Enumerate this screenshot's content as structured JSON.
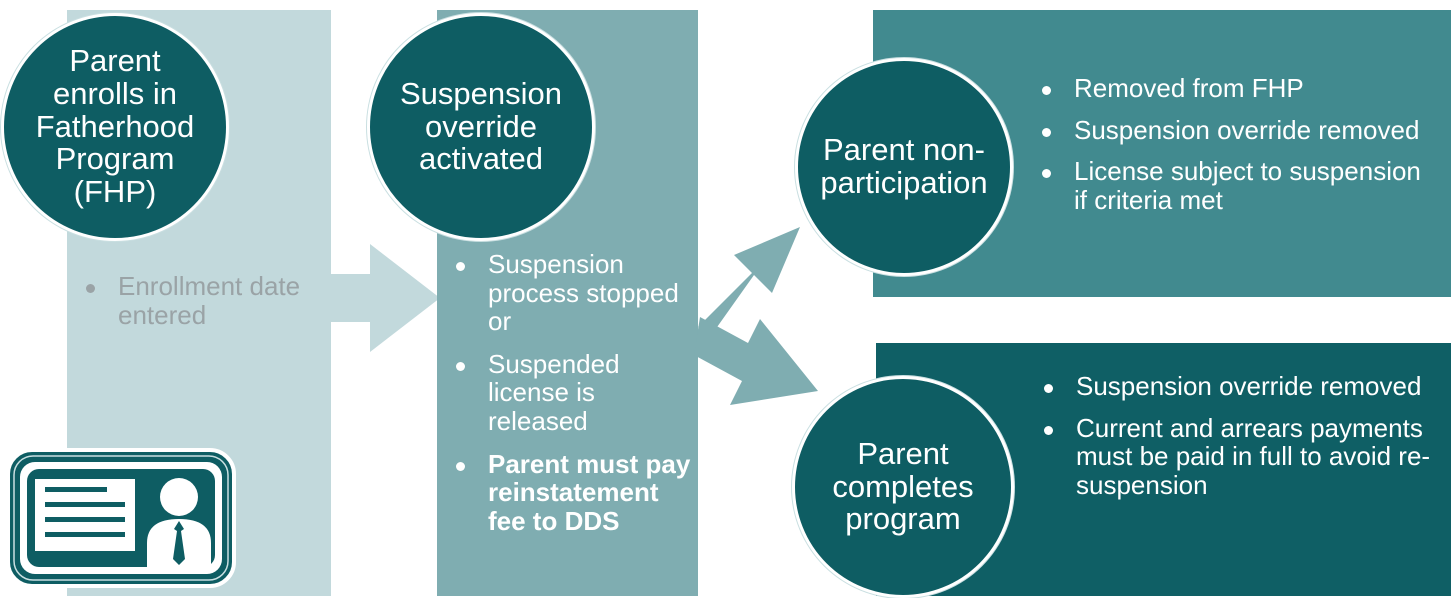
{
  "step1": {
    "circle_text": "Parent\nenrolls in\nFatherhood\nProgram\n(FHP)",
    "bullets": [
      "Enrollment date entered"
    ],
    "icon": "id-card-icon"
  },
  "step2": {
    "circle_text": "Suspension\noverride\nactivated",
    "bullets": [
      "Suspension process stopped or",
      "Suspended license is released"
    ],
    "bold_bullet": "Parent must pay reinstatement fee to DDS"
  },
  "outcome_a": {
    "circle_text": "Parent non-\nparticipation",
    "bullets": [
      "Removed from FHP",
      "Suspension override removed",
      "License subject to suspension if criteria met"
    ]
  },
  "outcome_b": {
    "circle_text": "Parent\ncompletes\nprogram",
    "bullets": [
      "Suspension override removed",
      "Current and arrears payments must be paid in full to avoid re-suspension"
    ]
  },
  "colors": {
    "panel1": "#c2d9dc",
    "panel2": "#7fadb1",
    "panel3": "#418a8f",
    "panel4": "#0f5f65",
    "circle": "#0e5d63",
    "arrow1": "#c2d9dc",
    "arrow2": "#7fadb1",
    "text_grey": "#9aa3a6",
    "text_white": "#ffffff"
  }
}
